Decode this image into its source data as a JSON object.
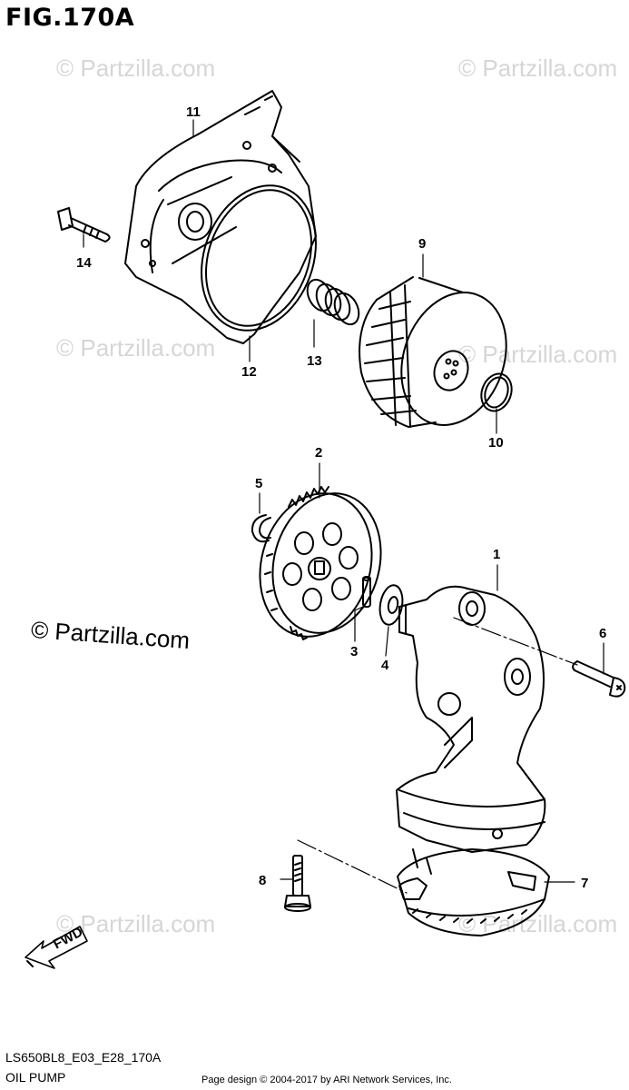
{
  "figure": {
    "title": "FIG.170A",
    "diagram_code": "LS650BL8_E03_E28_170A",
    "subtitle": "OIL PUMP",
    "footer": "Page design © 2004-2017 by ARI Network Services, Inc."
  },
  "watermark": {
    "small_text": "© Partzilla.com",
    "large_text": "© Partzilla.com"
  },
  "callouts": {
    "p1": "1",
    "p2": "2",
    "p3": "3",
    "p4": "4",
    "p5": "5",
    "p6": "6",
    "p7": "7",
    "p8": "8",
    "p9": "9",
    "p10": "10",
    "p11": "11",
    "p12": "12",
    "p13": "13",
    "p14": "14"
  },
  "fwd_label": "FWD"
}
